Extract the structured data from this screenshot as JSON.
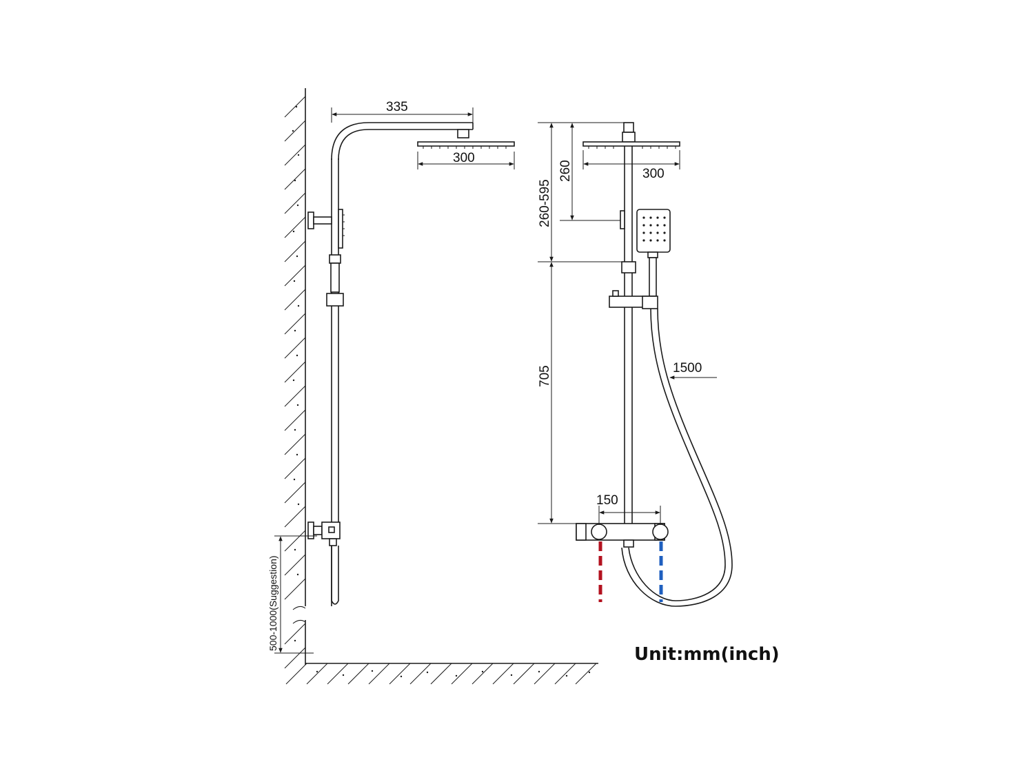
{
  "dimensions": {
    "side_arm_reach": "335",
    "side_head_width": "300",
    "front_head_width": "300",
    "head_to_bracket": "260",
    "head_height_range": "260-595",
    "rail_height": "705",
    "hose_length": "1500",
    "inlet_spacing": "150",
    "mount_height": "500-1000(Suggestion)"
  },
  "unit_label": "Unit:mm(inch)",
  "colors": {
    "hot_inlet": "#b3121f",
    "cold_inlet": "#1f5fbf",
    "line": "#1a1a1a"
  }
}
